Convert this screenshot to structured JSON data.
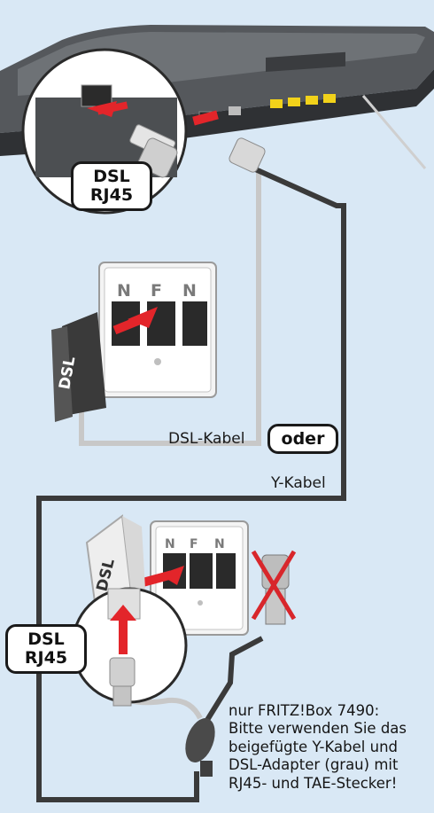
{
  "badges": {
    "top": {
      "line1": "DSL",
      "line2": "RJ45"
    },
    "bottom": {
      "line1": "DSL",
      "line2": "RJ45"
    }
  },
  "labels": {
    "dsl_cable": "DSL-Kabel",
    "or": "oder",
    "y_cable": "Y-Kabel",
    "socket_letters": [
      "N",
      "F",
      "N"
    ],
    "adapter_text": "DSL"
  },
  "note": {
    "line1": "nur FRITZ!Box 7490:",
    "line2": "Bitte verwenden Sie das",
    "line3": "beigefügte Y-Kabel und",
    "line4": "DSL-Adapter (grau) mit",
    "line5": "RJ45- und TAE-Stecker!"
  },
  "colors": {
    "background": "#d9e8f5",
    "arrow": "#e3252a",
    "cable_dark": "#3a3a3a",
    "cable_grey": "#c8c8c8",
    "port_yellow": "#f2d21a",
    "cross": "#d8262b"
  }
}
